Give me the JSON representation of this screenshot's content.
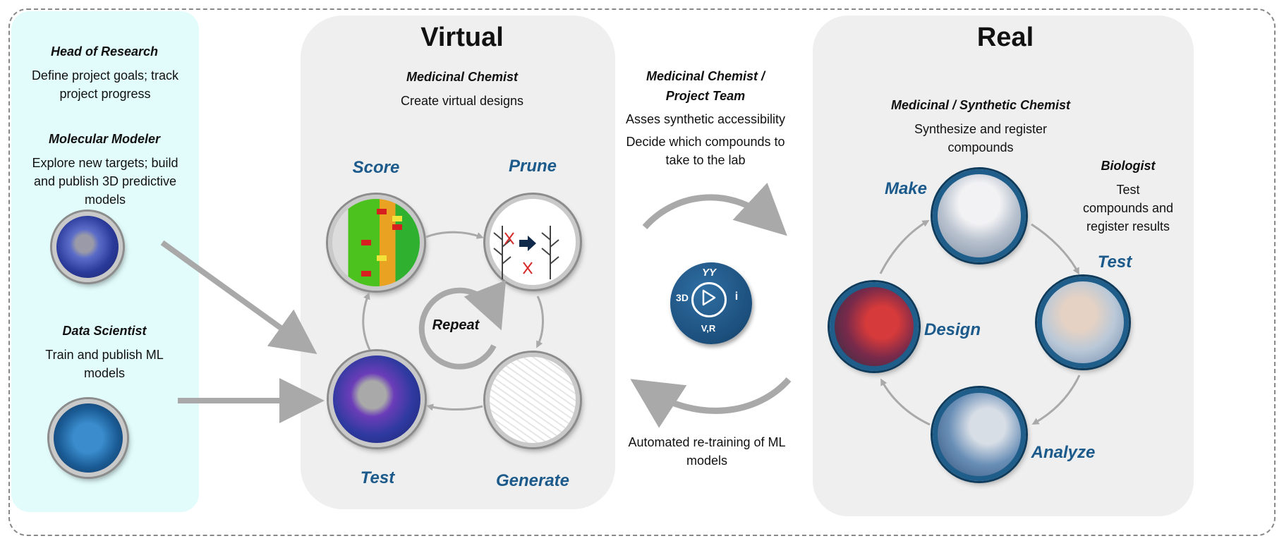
{
  "left_panel": {
    "roles": [
      {
        "title": "Head of Research",
        "desc": "Define project goals; track project progress"
      },
      {
        "title": "Molecular Modeler",
        "desc": "Explore new targets; build and publish 3D predictive models"
      },
      {
        "title": "Data Scientist",
        "desc": "Train and publish ML models"
      }
    ]
  },
  "virtual": {
    "title": "Virtual",
    "role": "Medicinal Chemist",
    "desc": "Create virtual designs",
    "cycle_label": "Repeat",
    "stages": {
      "score": "Score",
      "prune": "Prune",
      "test": "Test",
      "generate": "Generate"
    }
  },
  "middle": {
    "role_line1": "Medicinal Chemist /",
    "role_line2": "Project Team",
    "desc1": "Asses synthetic accessibility",
    "desc2": "Decide which compounds to take to the lab",
    "bottom_text": "Automated re-training of ML models",
    "logo": {
      "top": "YY",
      "left": "3D",
      "right": "i",
      "bottom": "V,R",
      "icon": "play-icon"
    }
  },
  "real": {
    "title": "Real",
    "role": "Medicinal / Synthetic Chemist",
    "desc": "Synthesize and register compounds",
    "biologist_role": "Biologist",
    "biologist_desc": "Test compounds and register results",
    "stages": {
      "make": "Make",
      "test": "Test",
      "analyze": "Analyze",
      "design": "Design"
    }
  },
  "colors": {
    "accent": "#1b5a8a",
    "left_panel": "#e2fcfc",
    "panel": "#efefef",
    "arrow": "#a9a9a9",
    "logo": "#1c4f7c"
  }
}
